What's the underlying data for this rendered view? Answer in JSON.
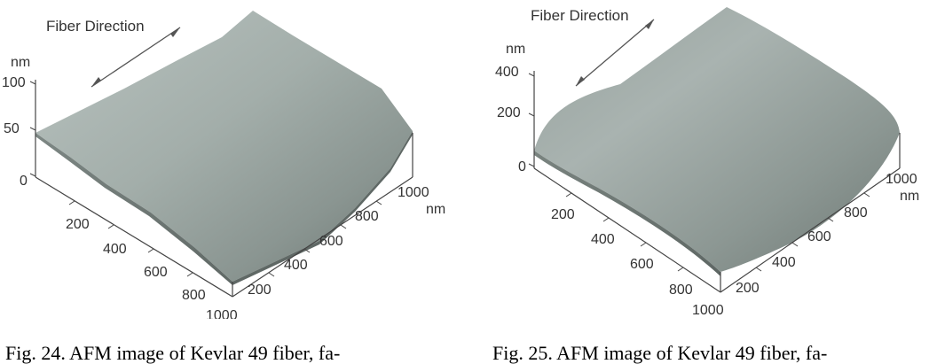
{
  "colors": {
    "surface_light": "#b7c1be",
    "surface_dark": "#69736f",
    "axis": "#444444",
    "text": "#333333"
  },
  "figures": [
    {
      "direction_label": "Fiber Direction",
      "z_unit": "nm",
      "z_ticks": [
        "100",
        "50",
        "0"
      ],
      "x_ticks": [
        "200",
        "400",
        "600",
        "800",
        "1000"
      ],
      "y_ticks": [
        "200",
        "400",
        "600",
        "800",
        "1000"
      ],
      "y_unit": "nm",
      "caption": "Fig. 24.  AFM image of Kevlar 49 fiber, fa-"
    },
    {
      "direction_label": "Fiber Direction",
      "z_unit": "nm",
      "z_ticks": [
        "400",
        "200",
        "0"
      ],
      "x_ticks": [
        "200",
        "400",
        "600",
        "800",
        "1000"
      ],
      "y_ticks": [
        "200",
        "400",
        "600",
        "800",
        "1000"
      ],
      "y_unit": "nm",
      "caption": "Fig. 25.  AFM image of Kevlar 49 fiber, fa-"
    }
  ]
}
